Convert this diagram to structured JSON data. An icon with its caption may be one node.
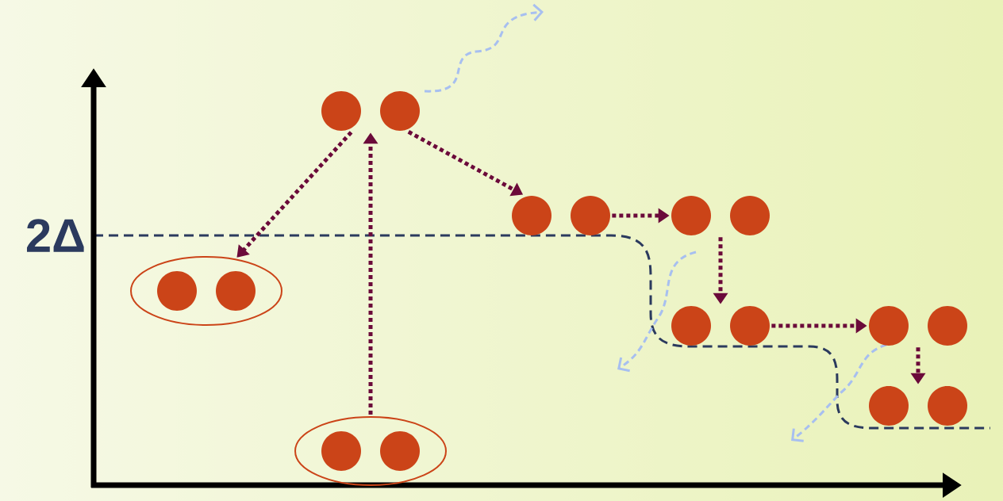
{
  "diagram": {
    "nodes": [
      {
        "text": [],
        "shape": "ellipse"
      },
      {
        "text": [],
        "shape": "ellipse"
      },
      {
        "text": [],
        "shape": "circle"
      },
      {
        "text": [],
        "shape": "circle"
      },
      {
        "text": [],
        "shape": "circle"
      },
      {
        "text": [],
        "shape": "circle"
      },
      {
        "text": [],
        "shape": "circle"
      },
      {
        "text": [],
        "shape": "circle"
      }
    ],
    "edges": [
      {
        "from": 1,
        "to": 2,
        "arrow": "to"
      },
      {
        "from": 2,
        "to": 0,
        "arrow": "to"
      },
      {
        "from": 2,
        "to": 3,
        "arrow": "to"
      },
      {
        "from": 3,
        "to": 4,
        "arrow": "to"
      },
      {
        "from": 4,
        "to": 5,
        "arrow": "to"
      },
      {
        "from": 5,
        "to": 6,
        "arrow": "to"
      },
      {
        "from": 6,
        "to": 7,
        "arrow": "to"
      }
    ],
    "labels": [
      "2Δ"
    ]
  }
}
